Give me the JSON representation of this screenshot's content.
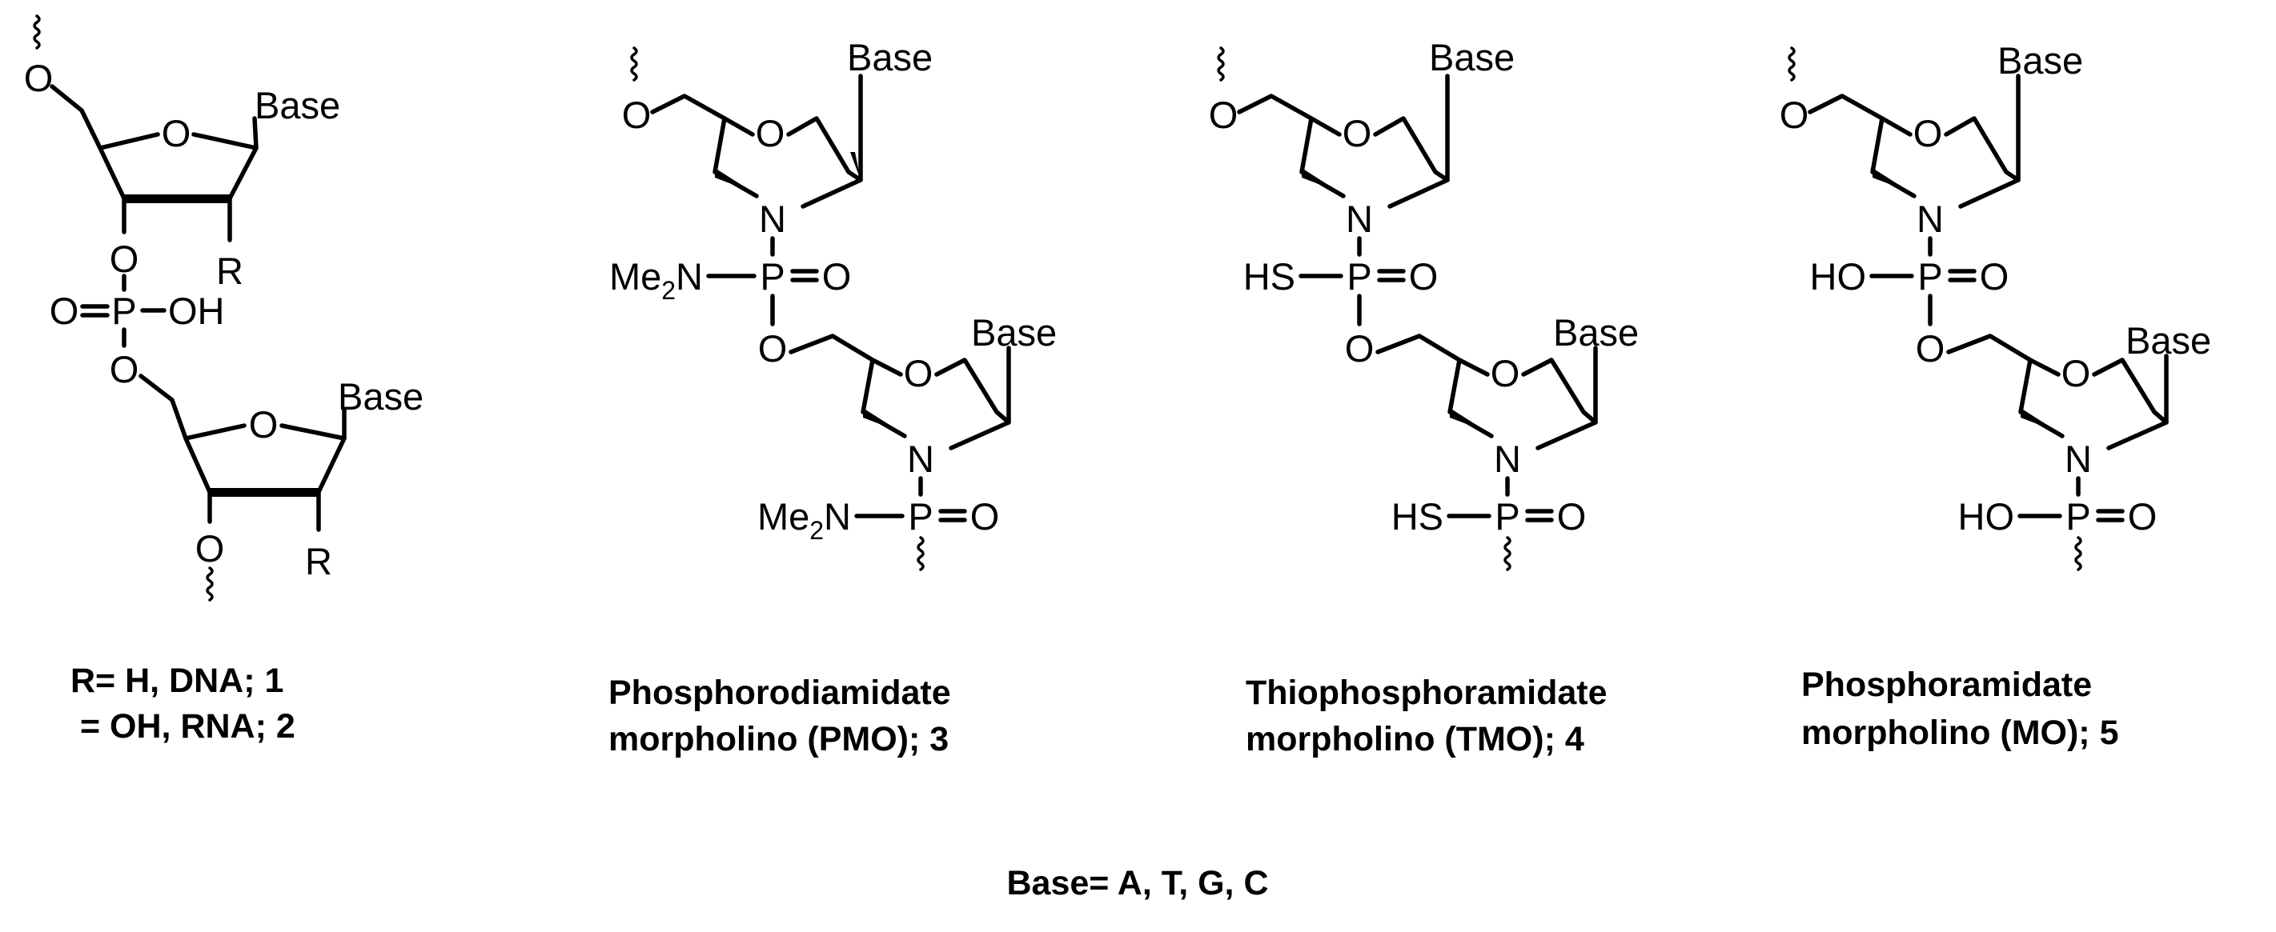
{
  "atoms": {
    "O": "O",
    "N": "N",
    "P": "P",
    "R": "R",
    "H": "H",
    "S": "S",
    "base": "Base",
    "me2n_pre": "Me",
    "me2n_sub": "2",
    "me2n_post": "N",
    "oh_right": "OH",
    "hs_left": "HS",
    "ho_left": "HO"
  },
  "captions": {
    "c1_line1": "R= H, DNA; 1",
    "c1_line2": "= OH, RNA; 2",
    "c3_line1": "Phosphorodiamidate",
    "c3_line2": "morpholino (PMO); 3",
    "c4_line1": "Thiophosphoramidate",
    "c4_line2": "morpholino (TMO); 4",
    "c5_line1": "Phosphoramidate",
    "c5_line2": "morpholino (MO); 5",
    "base_def": "Base= A, T, G, C"
  },
  "colors": {
    "ink": "#000000",
    "background": "#ffffff"
  }
}
